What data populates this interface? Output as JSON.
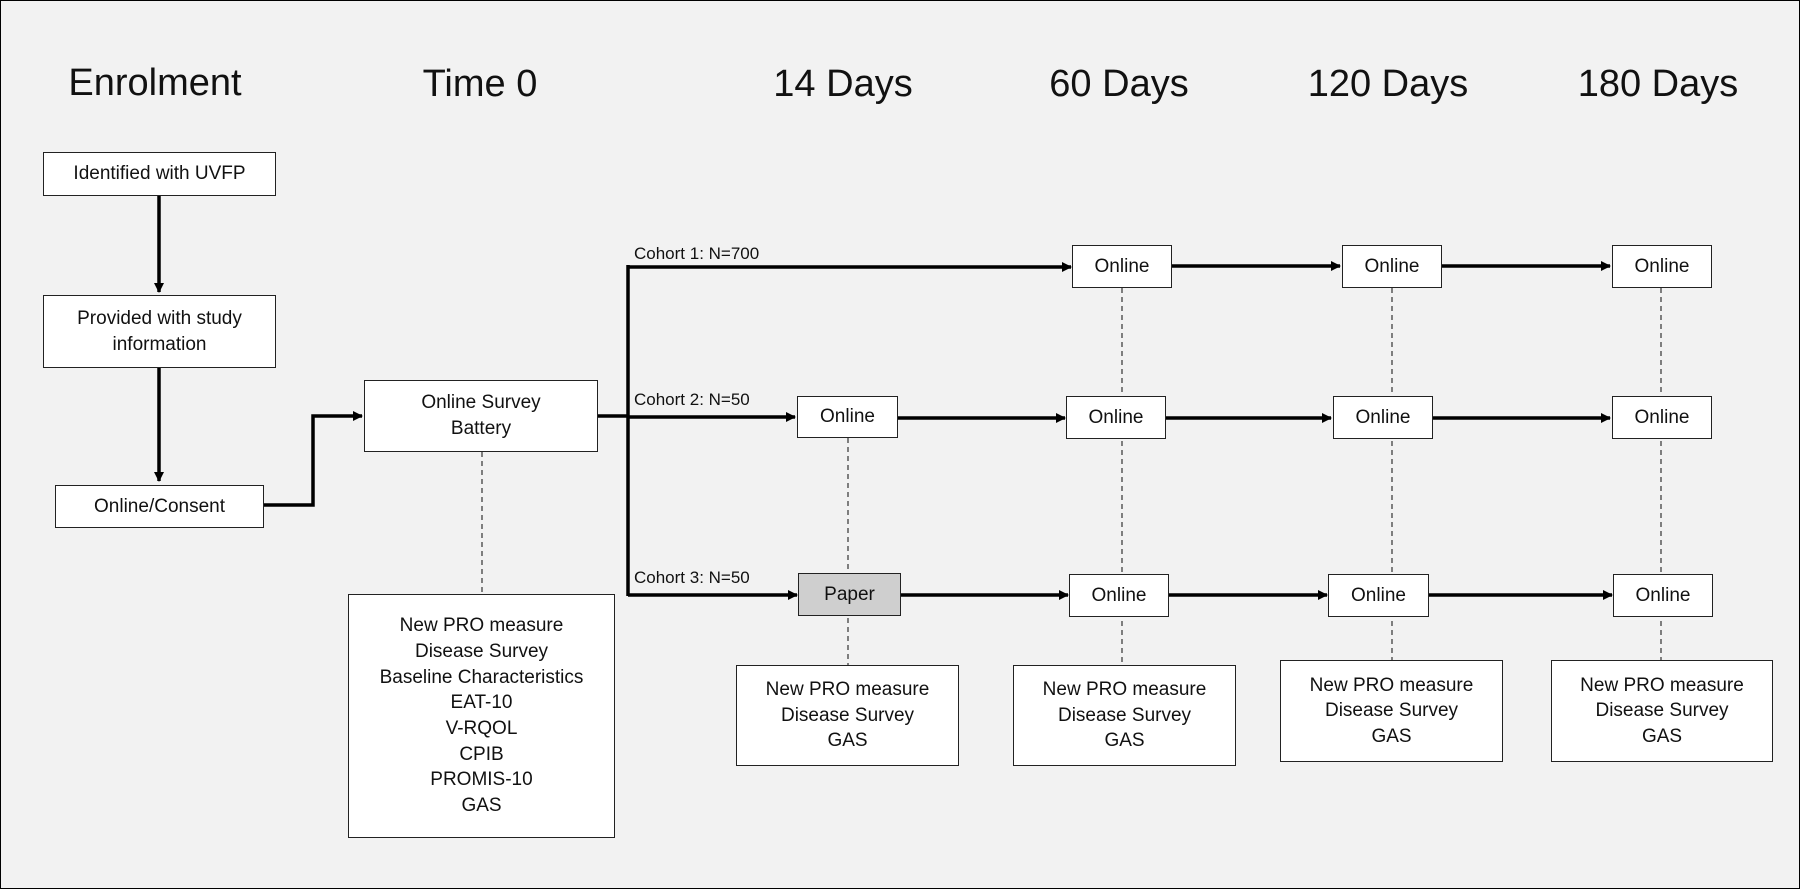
{
  "headers": {
    "enrolment": "Enrolment",
    "time0": "Time 0",
    "day14": "14 Days",
    "day60": "60 Days",
    "day120": "120 Days",
    "day180": "180 Days"
  },
  "enrolment_steps": {
    "identified": "Identified with UVFP",
    "provided": "Provided with study information",
    "consent": "Online/Consent"
  },
  "baseline": {
    "title": "Online Survey Battery",
    "measures": [
      "New PRO measure",
      "Disease Survey",
      "Baseline Characteristics",
      "EAT-10",
      "V-RQOL",
      "CPIB",
      "PROMIS-10",
      "GAS"
    ]
  },
  "cohorts": [
    {
      "label": "Cohort 1: N=700",
      "day14": "",
      "day60": "Online",
      "day120": "Online",
      "day180": "Online"
    },
    {
      "label": "Cohort 2: N=50",
      "day14": "Online",
      "day60": "Online",
      "day120": "Online",
      "day180": "Online"
    },
    {
      "label": "Cohort 3: N=50",
      "day14": "Paper",
      "day60": "Online",
      "day120": "Online",
      "day180": "Online"
    }
  ],
  "followup_measures": {
    "day14": [
      "New PRO measure",
      "Disease Survey",
      "GAS"
    ],
    "day60": [
      "New PRO measure",
      "Disease Survey",
      "GAS"
    ],
    "day120": [
      "New PRO measure",
      "Disease Survey",
      "GAS"
    ],
    "day180": [
      "New PRO measure",
      "Disease Survey",
      "GAS"
    ]
  }
}
